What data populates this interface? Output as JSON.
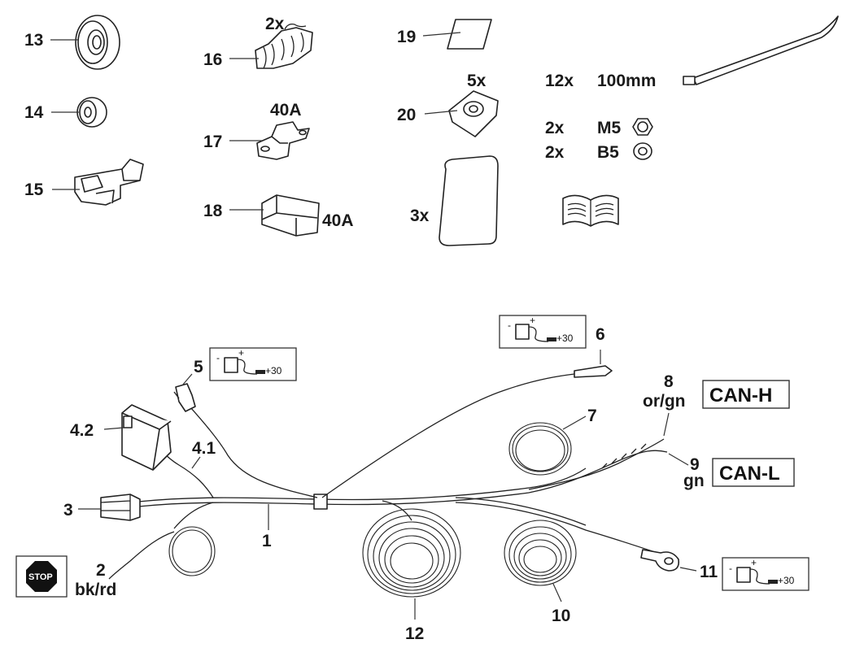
{
  "parts": {
    "p13": {
      "number": "13"
    },
    "p14": {
      "number": "14"
    },
    "p15": {
      "number": "15"
    },
    "p16": {
      "number": "16",
      "qty": "2x"
    },
    "p17": {
      "number": "17",
      "rating": "40A"
    },
    "p18": {
      "number": "18",
      "rating": "40A"
    },
    "p19": {
      "number": "19"
    },
    "p20": {
      "number": "20",
      "qty": "5x"
    },
    "pad": {
      "qty": "3x"
    },
    "tie": {
      "qty": "12x",
      "length": "100mm"
    },
    "nut": {
      "qty": "2x",
      "size": "M5"
    },
    "washer": {
      "qty": "2x",
      "size": "B5"
    }
  },
  "harness": {
    "w1": {
      "number": "1"
    },
    "w2": {
      "number": "2",
      "color": "bk/rd"
    },
    "w3": {
      "number": "3"
    },
    "w41": {
      "number": "4.1"
    },
    "w42": {
      "number": "4.2"
    },
    "w5": {
      "number": "5"
    },
    "w6": {
      "number": "6"
    },
    "w7": {
      "number": "7"
    },
    "w8": {
      "number": "8",
      "color": "or/gn",
      "signal": "CAN-H"
    },
    "w9": {
      "number": "9",
      "color": "gn",
      "signal": "CAN-L"
    },
    "w10": {
      "number": "10"
    },
    "w11": {
      "number": "11"
    },
    "w12": {
      "number": "12"
    }
  },
  "battery": {
    "minus": "-",
    "plus": "+",
    "terminal": "+30"
  },
  "stop": {
    "label": "STOP"
  },
  "icons": [
    "battery-icon",
    "stop-icon",
    "manual-book-icon",
    "nut-icon",
    "washer-icon",
    "cable-tie-icon"
  ]
}
